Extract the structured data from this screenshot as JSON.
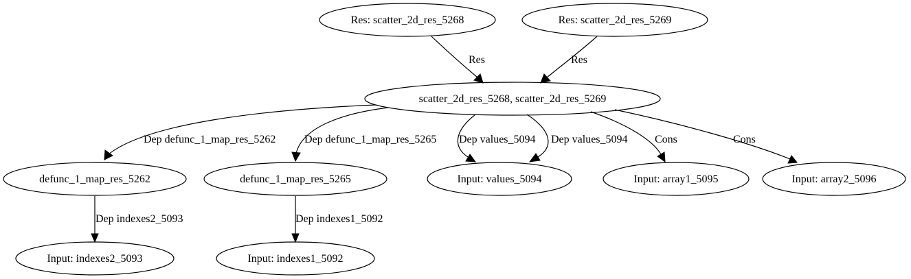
{
  "graph": {
    "nodes": {
      "res_5268": "Res: scatter_2d_res_5268",
      "res_5269": "Res: scatter_2d_res_5269",
      "scatter": "scatter_2d_res_5268, scatter_2d_res_5269",
      "defunc_5262": "defunc_1_map_res_5262",
      "defunc_5265": "defunc_1_map_res_5265",
      "values": "Input: values_5094",
      "array1": "Input: array1_5095",
      "array2": "Input: array2_5096",
      "indexes2": "Input: indexes2_5093",
      "indexes1": "Input: indexes1_5092"
    },
    "edges": {
      "res_5268_to_scatter": "Res",
      "res_5269_to_scatter": "Res",
      "scatter_to_defunc_5262": "Dep defunc_1_map_res_5262",
      "scatter_to_defunc_5265": "Dep defunc_1_map_res_5265",
      "scatter_to_values_a": "Dep values_5094",
      "scatter_to_values_b": "Dep values_5094",
      "scatter_to_array1": "Cons",
      "scatter_to_array2": "Cons",
      "defunc_5262_to_indexes2": "Dep indexes2_5093",
      "defunc_5265_to_indexes1": "Dep indexes1_5092"
    }
  }
}
